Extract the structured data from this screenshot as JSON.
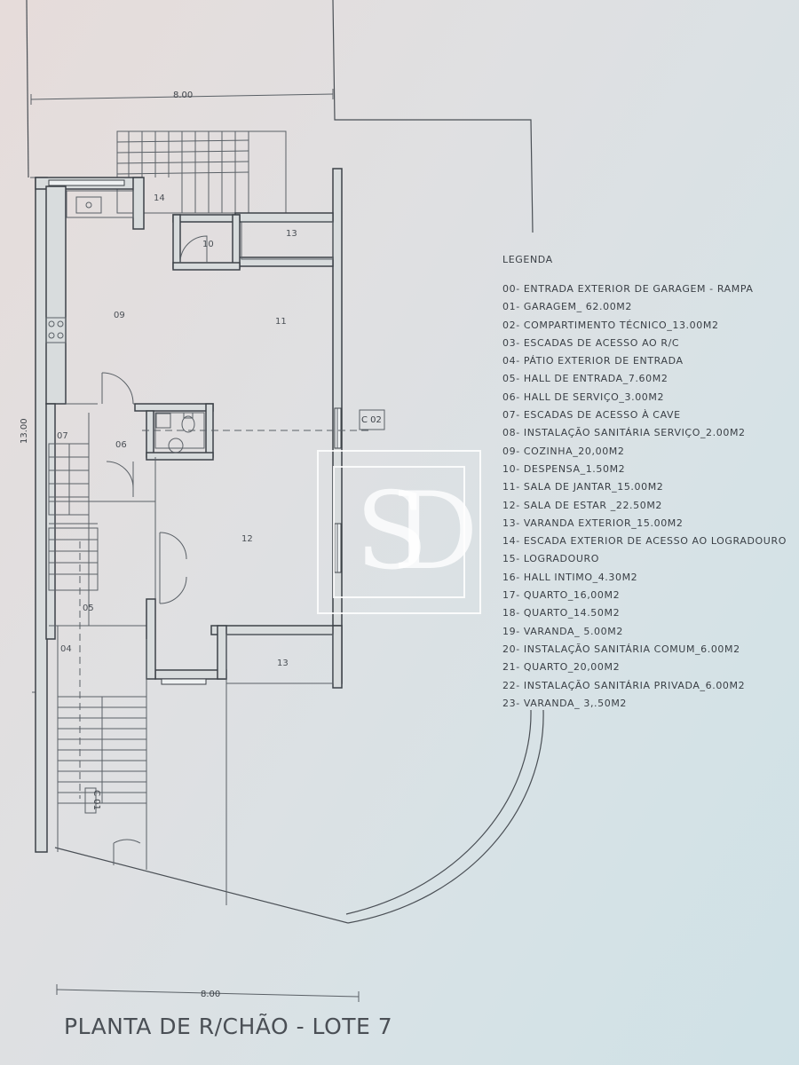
{
  "plan": {
    "title": "PLANTA DE R/CHÃO - LOTE 7",
    "dims": {
      "top_width": "8.00",
      "bottom_width": "8.00",
      "side_height": "13.00"
    },
    "section_marks": {
      "c01": "C 01",
      "c02": "C 02"
    },
    "rooms": {
      "r04": "04",
      "r05": "05",
      "r06": "06",
      "r07": "07",
      "r09": "09",
      "r10": "10",
      "r11": "11",
      "r12": "12",
      "r13a": "13",
      "r13b": "13",
      "r14": "14"
    }
  },
  "legend": {
    "title": "LEGENDA",
    "items": [
      "00- ENTRADA EXTERIOR DE GARAGEM - RAMPA",
      "01- GARAGEM_ 62.00M2",
      "02- COMPARTIMENTO TÉCNICO_13.00M2",
      "03- ESCADAS DE ACESSO AO R/C",
      "04- PÁTIO EXTERIOR DE ENTRADA",
      "05- HALL DE ENTRADA_7.60M2",
      "06- HALL DE SERVIÇO_3.00M2",
      "07- ESCADAS DE ACESSO À CAVE",
      "08- INSTALAÇÃO SANITÁRIA SERVIÇO_2.00M2",
      "09- COZINHA_20,00M2",
      "10- DESPENSA_1.50M2",
      "11- SALA DE JANTAR_15.00M2",
      "12- SALA DE ESTAR _22.50M2",
      "13- VARANDA EXTERIOR_15.00M2",
      "14- ESCADA EXTERIOR DE ACESSO AO LOGRADOURO",
      "15- LOGRADOURO",
      "16- HALL INTIMO_4.30M2",
      "17- QUARTO_16,00M2",
      "18- QUARTO_14.50M2",
      "19- VARANDA_ 5.00M2",
      "20- INSTALAÇÃO SANITÁRIA COMUM_6.00M2",
      "21- QUARTO_20,00M2",
      "22- INSTALAÇÃO SANITÁRIA PRIVADA_6.00M2",
      "23- VARANDA_ 3,.50M2"
    ]
  },
  "watermark": {
    "letters": "SD"
  }
}
